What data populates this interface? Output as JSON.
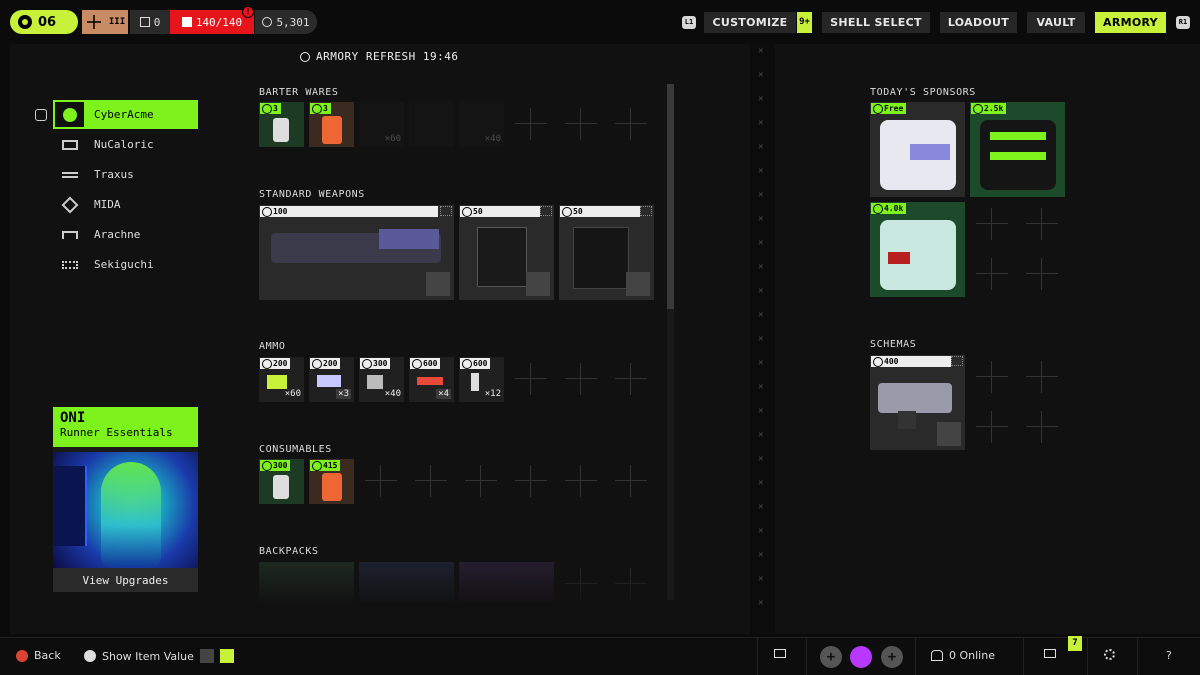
{
  "topbar": {
    "level": "06",
    "rank_label": "III",
    "crates": "0",
    "health": "140/140",
    "warning": "!",
    "currency": "5,301",
    "left_key": "L1",
    "right_key": "R1",
    "customize_badge": "9+",
    "nav": [
      {
        "label": "CUSTOMIZE",
        "active": false
      },
      {
        "label": "SHELL SELECT",
        "active": false
      },
      {
        "label": "LOADOUT",
        "active": false
      },
      {
        "label": "VAULT",
        "active": false
      },
      {
        "label": "ARMORY",
        "active": true
      }
    ]
  },
  "refresh": "ARMORY REFRESH 19:46",
  "manufacturers": [
    {
      "name": "CyberAcme",
      "active": true,
      "icon": "cyberacme-icon"
    },
    {
      "name": "NuCaloric",
      "active": false,
      "icon": "nucaloric-icon"
    },
    {
      "name": "Traxus",
      "active": false,
      "icon": "traxus-icon"
    },
    {
      "name": "MIDA",
      "active": false,
      "icon": "mida-icon"
    },
    {
      "name": "Arachne",
      "active": false,
      "icon": "arachne-icon"
    },
    {
      "name": "Sekiguchi",
      "active": false,
      "icon": "sekiguchi-icon"
    }
  ],
  "oni": {
    "title": "ONI",
    "subtitle": "Runner Essentials",
    "button": "View Upgrades"
  },
  "sections": {
    "barter": {
      "title": "BARTER WARES",
      "items": [
        {
          "price": "3",
          "qty": ""
        },
        {
          "price": "3",
          "qty": ""
        },
        {
          "price": "",
          "qty": "×60"
        },
        {
          "price": "",
          "qty": ""
        },
        {
          "price": "",
          "qty": "×40"
        }
      ]
    },
    "weapons": {
      "title": "STANDARD WEAPONS",
      "items": [
        {
          "price": "100"
        },
        {
          "price": "50"
        },
        {
          "price": "50"
        }
      ]
    },
    "ammo": {
      "title": "AMMO",
      "items": [
        {
          "price": "200",
          "qty": "×60"
        },
        {
          "price": "200",
          "qty": "×3"
        },
        {
          "price": "300",
          "qty": "×40"
        },
        {
          "price": "600",
          "qty": "×4"
        },
        {
          "price": "600",
          "qty": "×12"
        }
      ]
    },
    "consumables": {
      "title": "CONSUMABLES",
      "items": [
        {
          "price": "300"
        },
        {
          "price": "415"
        }
      ]
    },
    "backpacks": {
      "title": "BACKPACKS"
    }
  },
  "sponsors": {
    "title": "TODAY'S SPONSORS",
    "items": [
      {
        "price": "Free"
      },
      {
        "price": "2.5k"
      },
      {
        "price": "4.0k"
      }
    ]
  },
  "schemas": {
    "title": "SCHEMAS",
    "items": [
      {
        "price": "400"
      }
    ]
  },
  "bottombar": {
    "back": "Back",
    "show_value": "Show Item Value",
    "online": "0 Online",
    "mail_count": "7",
    "help": "?"
  },
  "colors": {
    "accent": "#c8f23a",
    "manufacturer_active": "#7df21c",
    "health": "#e8141b"
  }
}
